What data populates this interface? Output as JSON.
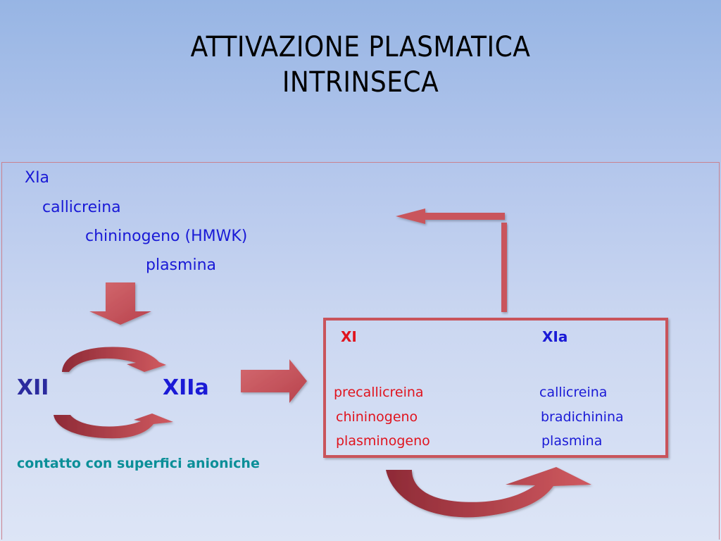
{
  "title": {
    "line1": "ATTIVAZIONE PLASMATICA",
    "line2": "INTRINSECA"
  },
  "activators": [
    "XIa",
    "callicreina",
    "chininogeno (HMWK)",
    "plasmina"
  ],
  "cycle": {
    "left": "XII",
    "right": "XIIa",
    "caption": "contatto con superfici anioniche"
  },
  "box": {
    "header_left": "XI",
    "header_right": "XIa",
    "substrates": [
      "precallicreina",
      "chininogeno",
      "plasminogeno"
    ],
    "products": [
      "callicreina",
      "bradichinina",
      "plasmina"
    ]
  },
  "colors": {
    "arrow": "#c9545b",
    "arrow_dark": "#8e2a36",
    "blue_text": "#1a1ad6",
    "red_text": "#e0141e",
    "teal_text": "#0b8f98"
  }
}
